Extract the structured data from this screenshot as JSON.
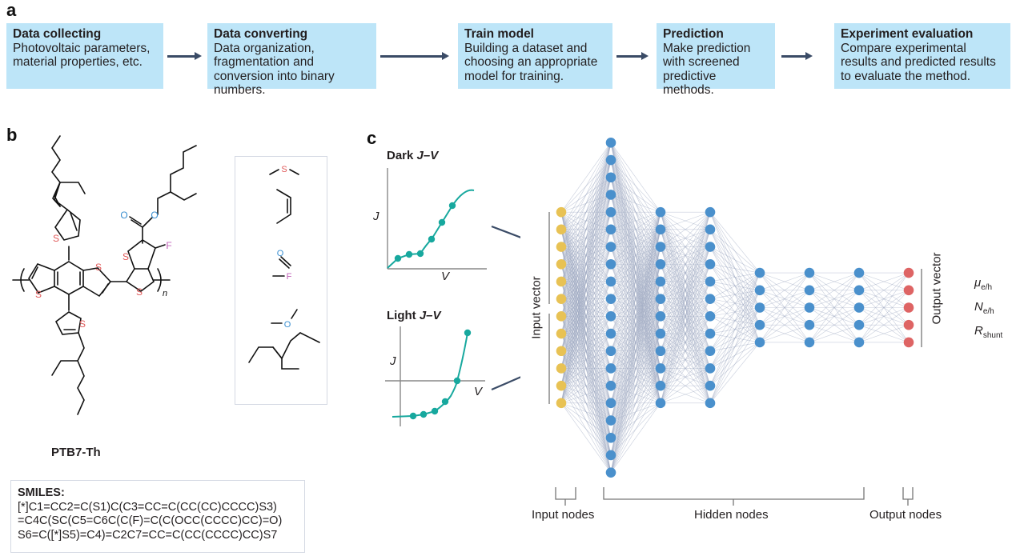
{
  "panels": {
    "a": "a",
    "b": "b",
    "c": "c"
  },
  "workflow": {
    "steps": [
      {
        "title": "Data collecting",
        "text": "Photovoltaic parameters, material properties, etc."
      },
      {
        "title": "Data converting",
        "text": "Data organization, fragmentation and conversion into binary numbers."
      },
      {
        "title": "Train model",
        "text": "Building a dataset and choosing an appropriate model for training."
      },
      {
        "title": "Prediction",
        "text": "Make prediction with screened predictive methods."
      },
      {
        "title": "Experiment evaluation",
        "text": "Compare experimental results and predicted results to evaluate the method."
      }
    ],
    "box_color": "#bde5f8",
    "arrow_color": "#3a4b66"
  },
  "molecule": {
    "name": "PTB7-Th",
    "atom_labels": {
      "S": "S",
      "O": "O",
      "F": "F",
      "n": "n"
    },
    "atom_colors": {
      "S": "#e05a5a",
      "O": "#3a8fd0",
      "F": "#c060b8"
    },
    "fragments": [
      "thioether",
      "cis-alkene",
      "carbonyl",
      "fluoro",
      "ether",
      "2-ethylhexyl"
    ],
    "smiles_title": "SMILES:",
    "smiles_lines": [
      "[*]C1=CC2=C(S1)C(C3=CC=C(CC(CC)CCCC)S3)",
      "=C4C(SC(C5=C6C(C(F)=C(C(OCC(CCCC)CC)=O)",
      "S6=C([*]S5)=C4)=C2C7=CC=C(CC(CCCC)CC)S7"
    ]
  },
  "jv_curves": {
    "dark": {
      "title_prefix": "Dark ",
      "title_italic": "J–V",
      "ylabel": "J",
      "xlabel": "V"
    },
    "light": {
      "title_prefix": "Light ",
      "title_italic": "J–V",
      "ylabel": "J",
      "xlabel": "V"
    },
    "curve_color": "#17a89e"
  },
  "network": {
    "layers": [
      {
        "role": "input",
        "nodes": 12
      },
      {
        "role": "hidden",
        "nodes": 20
      },
      {
        "role": "hidden",
        "nodes": 12
      },
      {
        "role": "hidden",
        "nodes": 12
      },
      {
        "role": "hidden",
        "nodes": 5
      },
      {
        "role": "hidden",
        "nodes": 5
      },
      {
        "role": "hidden",
        "nodes": 5
      },
      {
        "role": "output",
        "nodes": 5
      }
    ],
    "colors": {
      "input": "#e8c254",
      "hidden": "#4a90cc",
      "output": "#de6464",
      "edge": "#9aa6c0"
    },
    "input_vector_label": "Input vector",
    "output_vector_label": "Output vector",
    "output_params": [
      {
        "symbol": "μ",
        "sub": "e/h"
      },
      {
        "symbol": "N",
        "sub": "e/h"
      },
      {
        "symbol": "R",
        "sub": "shunt"
      }
    ],
    "captions": {
      "input": "Input nodes",
      "hidden": "Hidden nodes",
      "output": "Output nodes"
    }
  }
}
